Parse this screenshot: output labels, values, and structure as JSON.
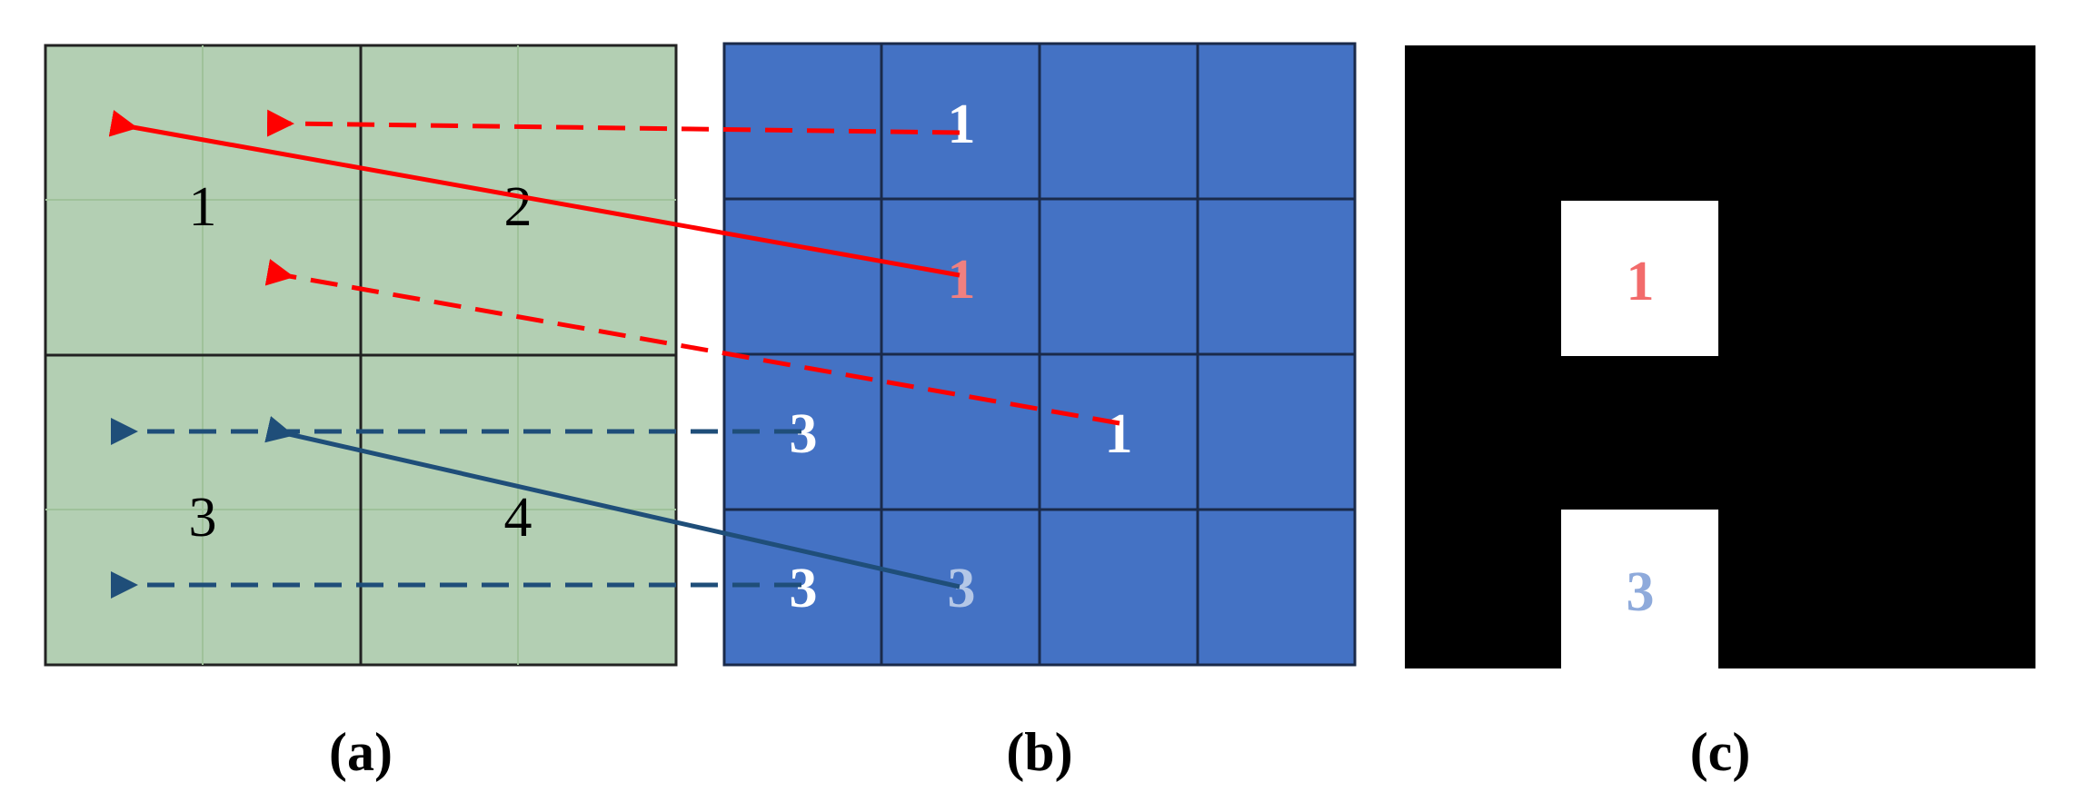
{
  "panel_a": {
    "caption": "(a)",
    "cells": [
      "1",
      "2",
      "3",
      "4"
    ],
    "fill": "#b3cfb3",
    "subgrid": "#9fc29a",
    "line": "#222222"
  },
  "panel_b": {
    "caption": "(b)",
    "fill": "#4472c4",
    "line": "#1a2a4a",
    "labels": [
      {
        "id": "r0c1",
        "text": "1",
        "color": "#ffffff"
      },
      {
        "id": "r1c1",
        "text": "1",
        "color": "#f08080"
      },
      {
        "id": "r2c0",
        "text": "3",
        "color": "#ffffff"
      },
      {
        "id": "r2c2",
        "text": "1",
        "color": "#ffffff"
      },
      {
        "id": "r3c0",
        "text": "3",
        "color": "#ffffff"
      },
      {
        "id": "r3c1",
        "text": "3",
        "color": "#b4c7e7"
      }
    ]
  },
  "panel_c": {
    "caption": "(c)",
    "background": "#000000",
    "box_fill": "#ffffff",
    "boxes": [
      {
        "id": "box1",
        "text": "1",
        "color": "#f26b6b"
      },
      {
        "id": "box3",
        "text": "3",
        "color": "#8eaadb"
      }
    ]
  },
  "colors": {
    "red_arrow": "#ff0000",
    "blue_arrow": "#1f4e79"
  }
}
